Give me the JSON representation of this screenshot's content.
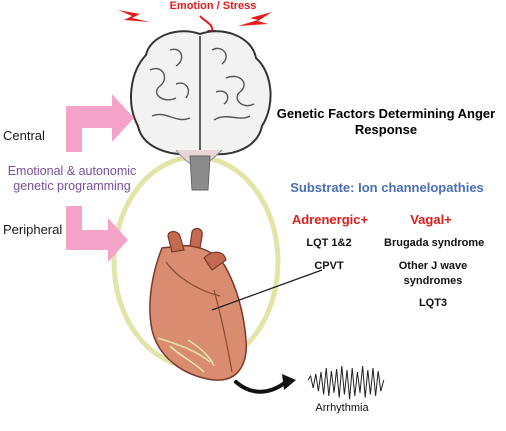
{
  "emotion_label": "Emotion / Stress",
  "central_label": "Central",
  "peripheral_label": "Peripheral",
  "programming_label": "Emotional & autonomic genetic programming",
  "title": "Genetic Factors Determining Anger Response",
  "substrate": "Substrate: Ion channelopathies",
  "adrenergic": {
    "heading": "Adrenergic+",
    "items": [
      "LQT 1&2",
      "CPVT"
    ]
  },
  "vagal": {
    "heading": "Vagal+",
    "items": [
      "Brugada syndrome",
      "Other J wave syndromes",
      "LQT3"
    ]
  },
  "arrhythmia_label": "Arrhythmia",
  "colors": {
    "lightning": "#e31b1b",
    "arrow_pink": "#f5a3c8",
    "loop": "#e3e4a8",
    "programming_text": "#7a4fa0",
    "substrate_text": "#4a6fb5",
    "heart": "#d98c70"
  }
}
